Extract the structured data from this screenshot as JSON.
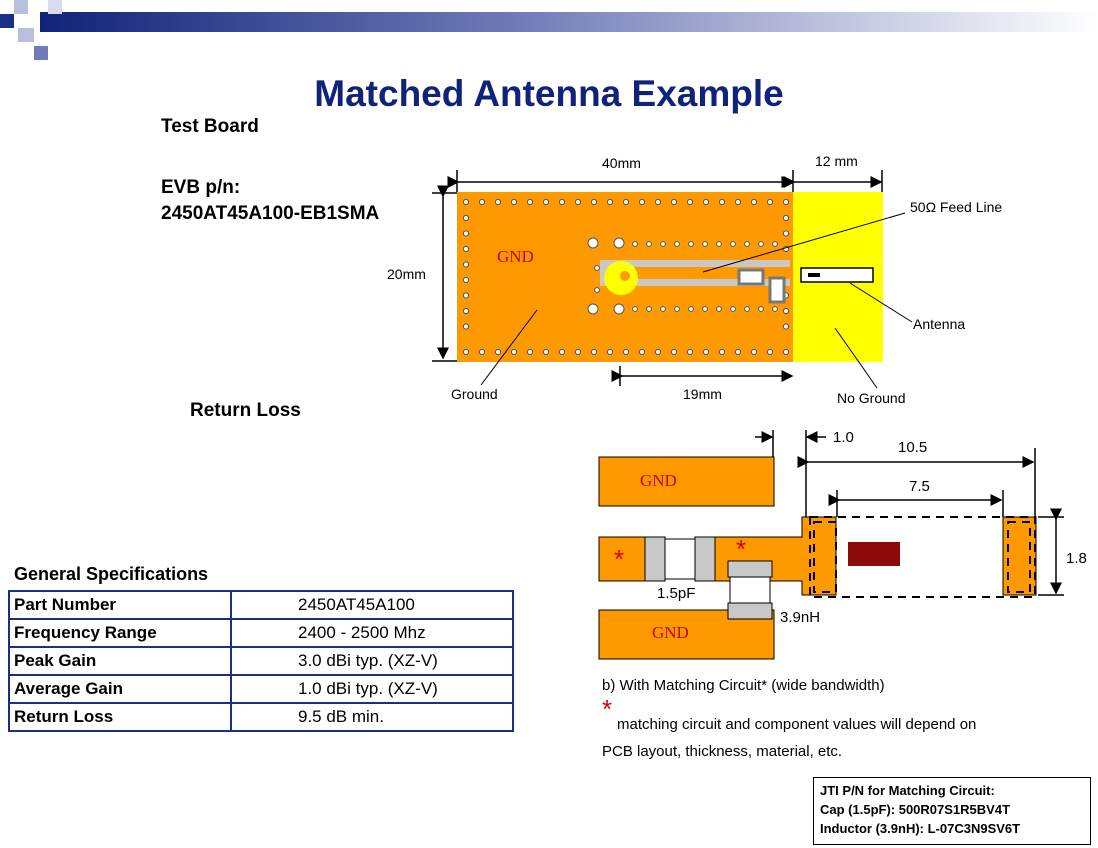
{
  "title": "Matched Antenna Example",
  "test_board": "Test Board",
  "evb_label": "EVB p/n:",
  "evb_pn": "2450AT45A100-EB1SMA",
  "return_loss_heading": "Return Loss",
  "board_diagram": {
    "dim_40": "40mm",
    "dim_12": "12 mm",
    "dim_20": "20mm",
    "dim_19": "19mm",
    "gnd": "GND",
    "feed_line": "50Ω Feed Line",
    "antenna": "Antenna",
    "ground": "Ground",
    "no_ground": "No Ground",
    "colors": {
      "ground": "#ff9900",
      "no_ground": "#ffff00",
      "trace": "#c8c8c8"
    }
  },
  "match_diagram": {
    "dim_1": "1.0",
    "dim_105": "10.5",
    "dim_75": "7.5",
    "dim_18": "1.8",
    "gnd_top": "GND",
    "gnd_bottom": "GND",
    "star": "*",
    "cap_label": "1.5pF",
    "ind_label": "3.9nH"
  },
  "caption_b": "b) With Matching Circuit* (wide bandwidth)",
  "note_star": "*",
  "note_line1": "matching circuit and component values will depend on",
  "note_line2": "PCB layout, thickness, material, etc.",
  "jti": {
    "line1": "JTI P/N for Matching Circuit:",
    "line2": "Cap (1.5pF): 500R07S1R5BV4T",
    "line3": "Inductor (3.9nH): L-07C3N9SV6T"
  },
  "specs": {
    "heading": "General Specifications",
    "rows": [
      {
        "key": "Part Number",
        "value": "2450AT45A100"
      },
      {
        "key": "Frequency Range",
        "value": "2400 - 2500 Mhz"
      },
      {
        "key": "Peak Gain",
        "value": "3.0  dBi typ. (XZ-V)"
      },
      {
        "key": "Average Gain",
        "value": "1.0  dBi typ. (XZ-V)"
      },
      {
        "key": "Return Loss",
        "value": "9.5 dB min."
      }
    ]
  }
}
